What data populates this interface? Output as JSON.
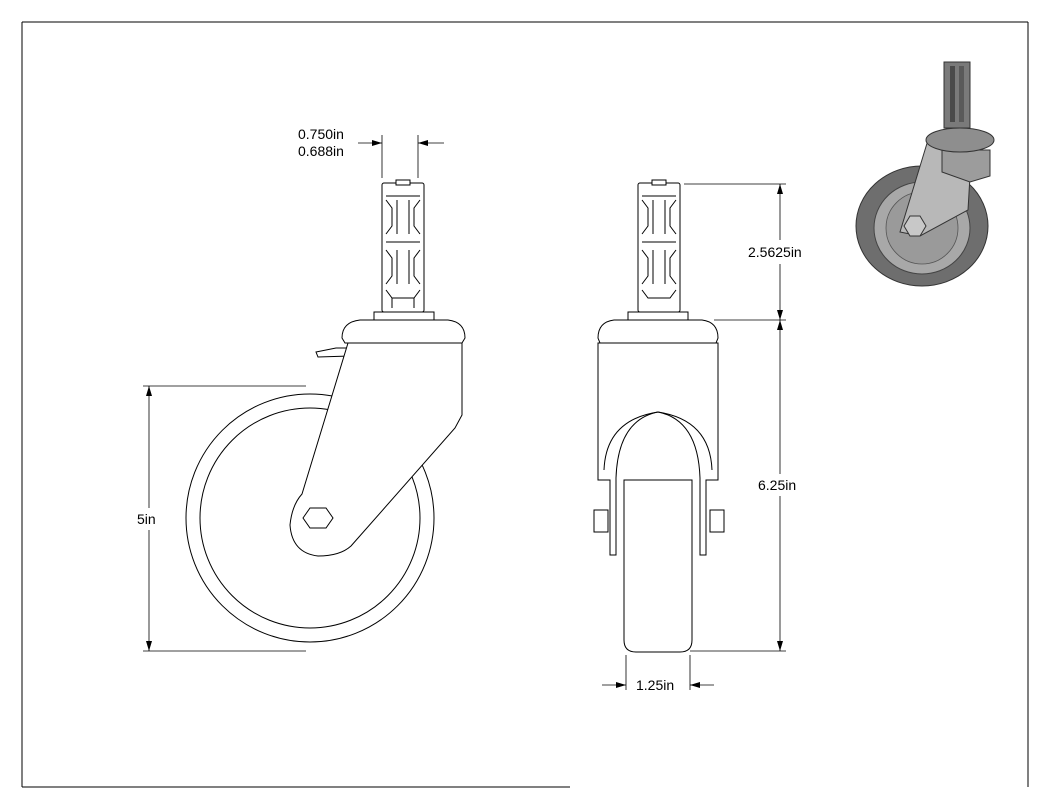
{
  "drawing": {
    "dimensions": {
      "stem_outer": "0.750in",
      "stem_inner": "0.688in",
      "stem_height": "2.5625in",
      "wheel_diameter": "5in",
      "overall_height": "6.25in",
      "wheel_width": "1.25in"
    }
  }
}
